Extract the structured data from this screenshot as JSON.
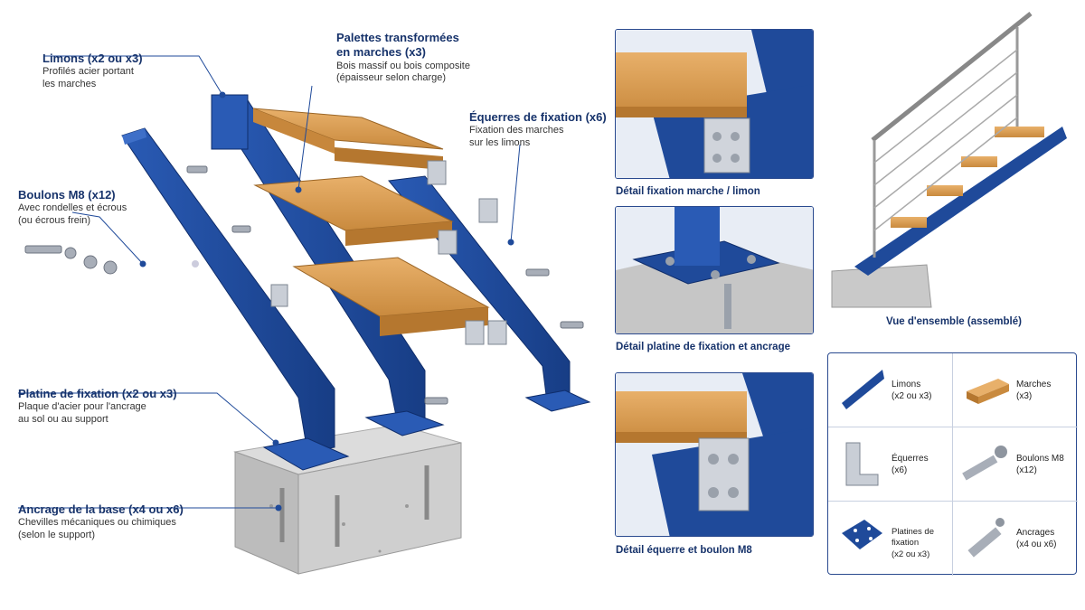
{
  "labels": {
    "limons": {
      "title": "Limons (x2 ou x3)",
      "sub": "Profilés acier portant\nles marches"
    },
    "palettes": {
      "title": "Palettes transformées\nen marches (x3)",
      "sub": "Bois massif ou bois composite\n(épaisseur selon charge)"
    },
    "equerres": {
      "title": "Équerres de fixation (x6)",
      "sub": "Fixation des marches\nsur les limons"
    },
    "boulons": {
      "title": "Boulons M8 (x12)",
      "sub": "Avec rondelles et écrous\n(ou écrous frein)"
    },
    "platine": {
      "title": "Platine de fixation (x2 ou x3)",
      "sub": "Plaque d'acier pour l'ancrage\nau sol ou au support"
    },
    "ancrage": {
      "title": "Ancrage de la base (x4 ou x6)",
      "sub": "Chevilles mécaniques ou chimiques\n(selon le support)"
    }
  },
  "details": {
    "d1": "Détail fixation marche / limon",
    "d2": "Détail platine de fixation et ancrage",
    "d3": "Détail équerre et boulon M8",
    "overview": "Vue d'ensemble (assemblé)"
  },
  "legend": [
    {
      "name": "Limons",
      "qty": "(x2 ou x3)",
      "icon": "stringer-icon"
    },
    {
      "name": "Marches",
      "qty": "(x3)",
      "icon": "step-icon"
    },
    {
      "name": "Équerres",
      "qty": "(x6)",
      "icon": "bracket-icon"
    },
    {
      "name": "Boulons M8",
      "qty": "(x12)",
      "icon": "bolt-icon"
    },
    {
      "name": "Platines de fixation",
      "qty": "(x2 ou x3)",
      "icon": "plate-icon"
    },
    {
      "name": "Ancrages",
      "qty": "(x4 ou x6)",
      "icon": "anchor-icon"
    }
  ],
  "colors": {
    "steel": "#1f4a9a",
    "wood": "#d99a4e",
    "concrete": "#c9c9c9",
    "accent": "#17336b"
  }
}
